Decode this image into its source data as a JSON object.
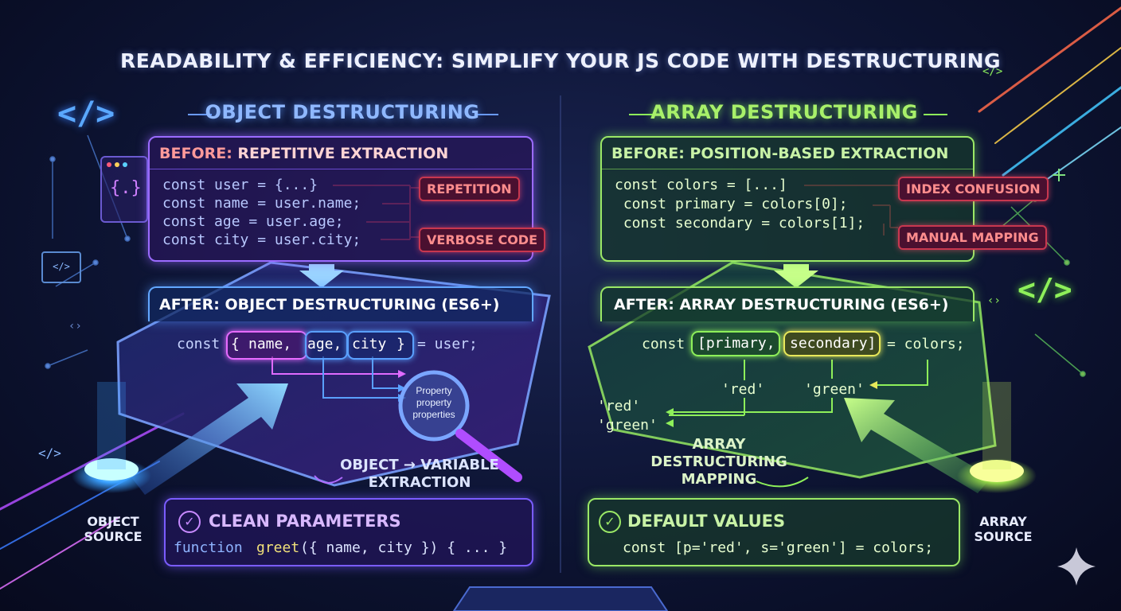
{
  "title": "READABILITY & EFFICIENCY: SIMPLIFY YOUR JS CODE WITH DESTRUCTURING",
  "object": {
    "heading": "OBJECT DESTRUCTURING",
    "before_title_prefix": "BEFORE:",
    "before_title_rest": " REPETITIVE EXTRACTION",
    "before_code": [
      "const user = {...}",
      "const name = user.name;",
      "const age = user.age;",
      "const city = user.city;"
    ],
    "tags": [
      "REPETITION",
      "VERBOSE CODE"
    ],
    "after_title": "AFTER: OBJECT DESTRUCTURING (ES6+)",
    "after_code_prefix": "const",
    "after_code_open": "{",
    "after_code_props": [
      "name,",
      "age,",
      "city"
    ],
    "after_code_close": "}",
    "after_code_suffix": "= user;",
    "magnifier_lines": [
      "Property",
      "property",
      "properties"
    ],
    "flow_label_1": "OBJECT → VARIABLE",
    "flow_label_2": "EXTRACTION",
    "benefit_title": "CLEAN PARAMETERS",
    "benefit_code_kw": "function",
    "benefit_code_fn": "greet",
    "benefit_code_rest": "({ name, city }) { ... }",
    "source_label_1": "OBJECT",
    "source_label_2": "SOURCE"
  },
  "array": {
    "heading": "ARRAY DESTRUCTURING",
    "before_title": "BEFORE: POSITION-BASED EXTRACTION",
    "before_code": [
      "const colors = [...]",
      " const primary = colors[0];",
      " const secondary = colors[1];"
    ],
    "tags": [
      "INDEX CONFUSION",
      "MANUAL MAPPING"
    ],
    "after_title": "AFTER: ARRAY DESTRUCTURING (ES6+)",
    "after_code_prefix": "const",
    "after_code_items": [
      "[primary,",
      "secondary]"
    ],
    "after_code_suffix": "= colors;",
    "value_labels": [
      "'red'",
      "'green'"
    ],
    "side_values": [
      "'red'",
      "'green'"
    ],
    "mapping_label": [
      "ARRAY",
      "DESTRUCTURING",
      "MAPPING"
    ],
    "benefit_title": "DEFAULT VALUES",
    "benefit_code": "const [p='red', s='green'] = colors;",
    "source_label_1": "ARRAY",
    "source_label_2": "SOURCE"
  },
  "icons": [
    "code-brackets-icon",
    "curly-braces-icon",
    "browser-code-icon",
    "check-circle-icon",
    "magnifier-icon",
    "sparkle-icon"
  ],
  "colors": {
    "object_accent": "#62a7ff",
    "object_purple": "#9b6bff",
    "array_accent": "#9be866",
    "tag_red": "#c8374f"
  }
}
